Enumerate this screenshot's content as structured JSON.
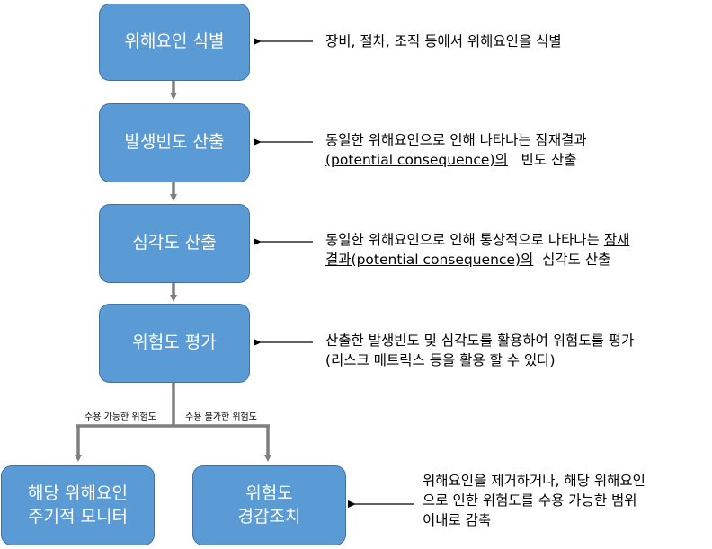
{
  "steps": [
    {
      "label": "위해요인 식별"
    },
    {
      "label": "발생빈도 산출"
    },
    {
      "label": "심각도 산출"
    },
    {
      "label": "위험도 평가"
    }
  ],
  "outcomes": {
    "monitor": {
      "line1": "해당 위해요인",
      "line2": "주기적 모니터"
    },
    "mitigate": {
      "line1": "위험도",
      "line2": "경감조치"
    }
  },
  "branch_labels": {
    "acceptable": "수용 가능한 위험도",
    "unacceptable": "수용 불가한 위험도"
  },
  "descriptions": {
    "identify": "장비, 절차, 조직 등에서 위해요인을 식별",
    "frequency": {
      "line1_pre": "동일한 위해요인으로 인해 나타나는 ",
      "line1_u": "잠재결과",
      "line2_u": "(potential consequence)의",
      "line2_post": "   빈도 산출"
    },
    "severity": {
      "line1_pre": "동일한 위해요인으로 인해 통상적으로 나타나는 ",
      "line1_u": "잠재",
      "line2_u": "결과(potential consequence)의",
      "line2_post": "  심각도 산출"
    },
    "evaluate": {
      "line1": "산출한 발생빈도 및 심각도를 활용하여 위험도를 평가",
      "line2": "(리스크 매트릭스 등을 활용 할 수 있다)"
    },
    "mitigate": {
      "line1": "위해요인을 제거하거나, 해당 위해요인",
      "line2": "으로 인한 위험도를 수용 가능한 범위",
      "line3": "이내로 감축"
    }
  },
  "colors": {
    "box_fill": "#5b9bd5",
    "box_border": "#41719c",
    "connector": "#7f7f7f"
  }
}
